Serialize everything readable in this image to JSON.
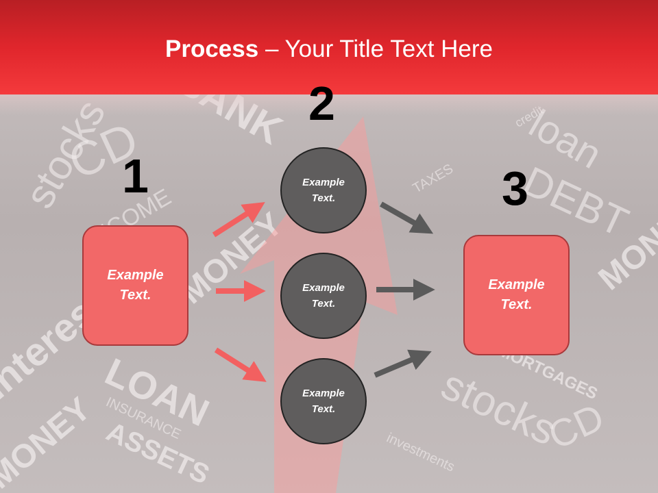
{
  "title": {
    "bold": "Process",
    "rest": " – Your Title Text Here"
  },
  "background_words": [
    "BANK",
    "CD",
    "stocks",
    "loan",
    "MONEY",
    "LOAN",
    "INSURANCE",
    "ASSETS",
    "DEBT",
    "INCOME",
    "TAXES",
    "credit",
    "investments",
    "interest",
    "MORTGAGES"
  ],
  "steps": [
    {
      "number": "1",
      "label_line1": "Example",
      "label_line2": "Text."
    },
    {
      "number": "2"
    },
    {
      "number": "3",
      "label_line1": "Example",
      "label_line2": "Text."
    }
  ],
  "circles": [
    {
      "label_line1": "Example",
      "label_line2": "Text."
    },
    {
      "label_line1": "Example",
      "label_line2": "Text."
    },
    {
      "label_line1": "Example",
      "label_line2": "Text."
    }
  ],
  "colors": {
    "header": "#e0262c",
    "box": "#f26868",
    "circle": "#5f5d5d",
    "arrow_red": "#f26060",
    "arrow_gray": "#5a5a5a",
    "big_arrow": "#ff9a9a"
  }
}
